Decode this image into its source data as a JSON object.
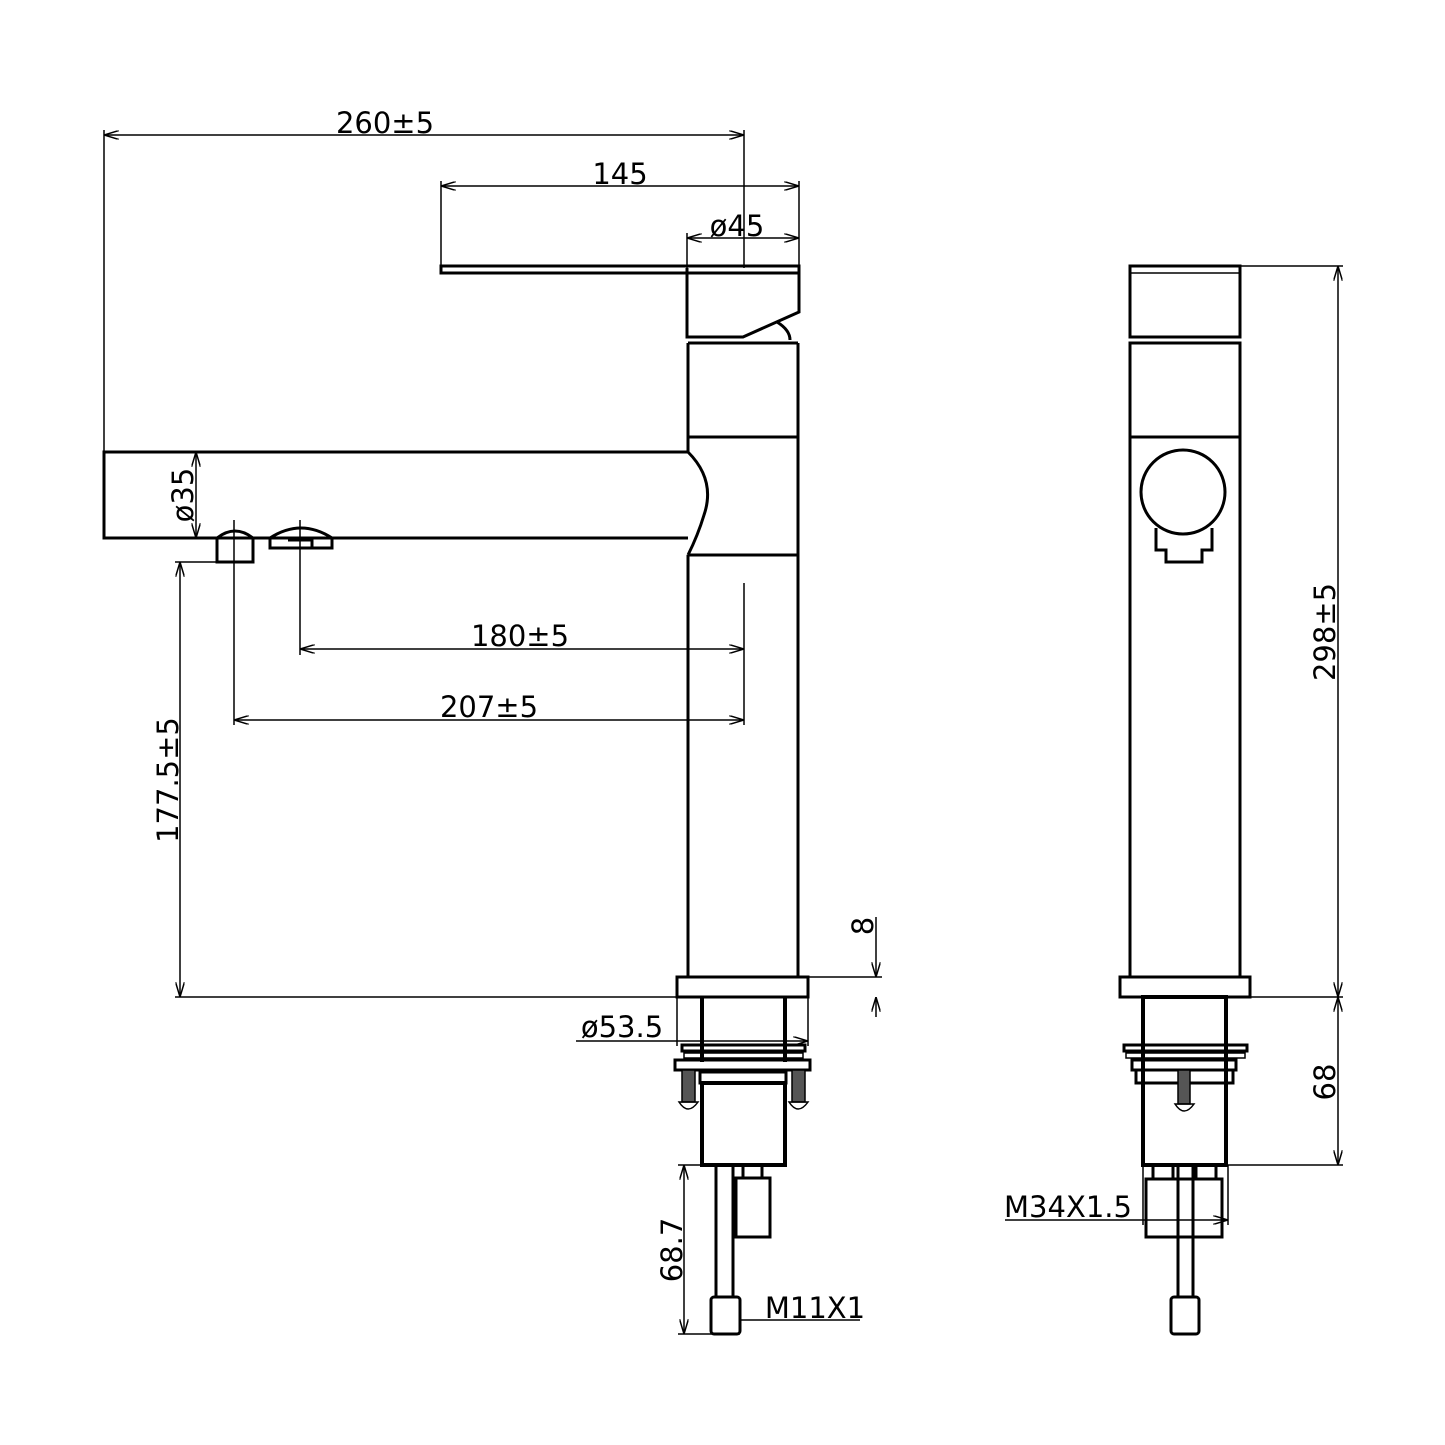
{
  "drawing": {
    "title": "Faucet technical dimension drawing",
    "side_view": {
      "dim_overall_length": "260±5",
      "dim_handle_length": "145",
      "dim_handle_diameter": "ø45",
      "dim_spout_diameter": "ø35",
      "dim_aerator_reach": "180±5",
      "dim_outlet_reach": "207±5",
      "dim_outlet_height": "177.5±5",
      "dim_base_height": "8",
      "dim_base_diameter": "ø53.5",
      "dim_hose_length": "68.7",
      "hose_thread": "M11X1"
    },
    "front_view": {
      "dim_overall_height": "298±5",
      "dim_shank_length": "68",
      "shank_thread": "M34X1.5"
    }
  }
}
